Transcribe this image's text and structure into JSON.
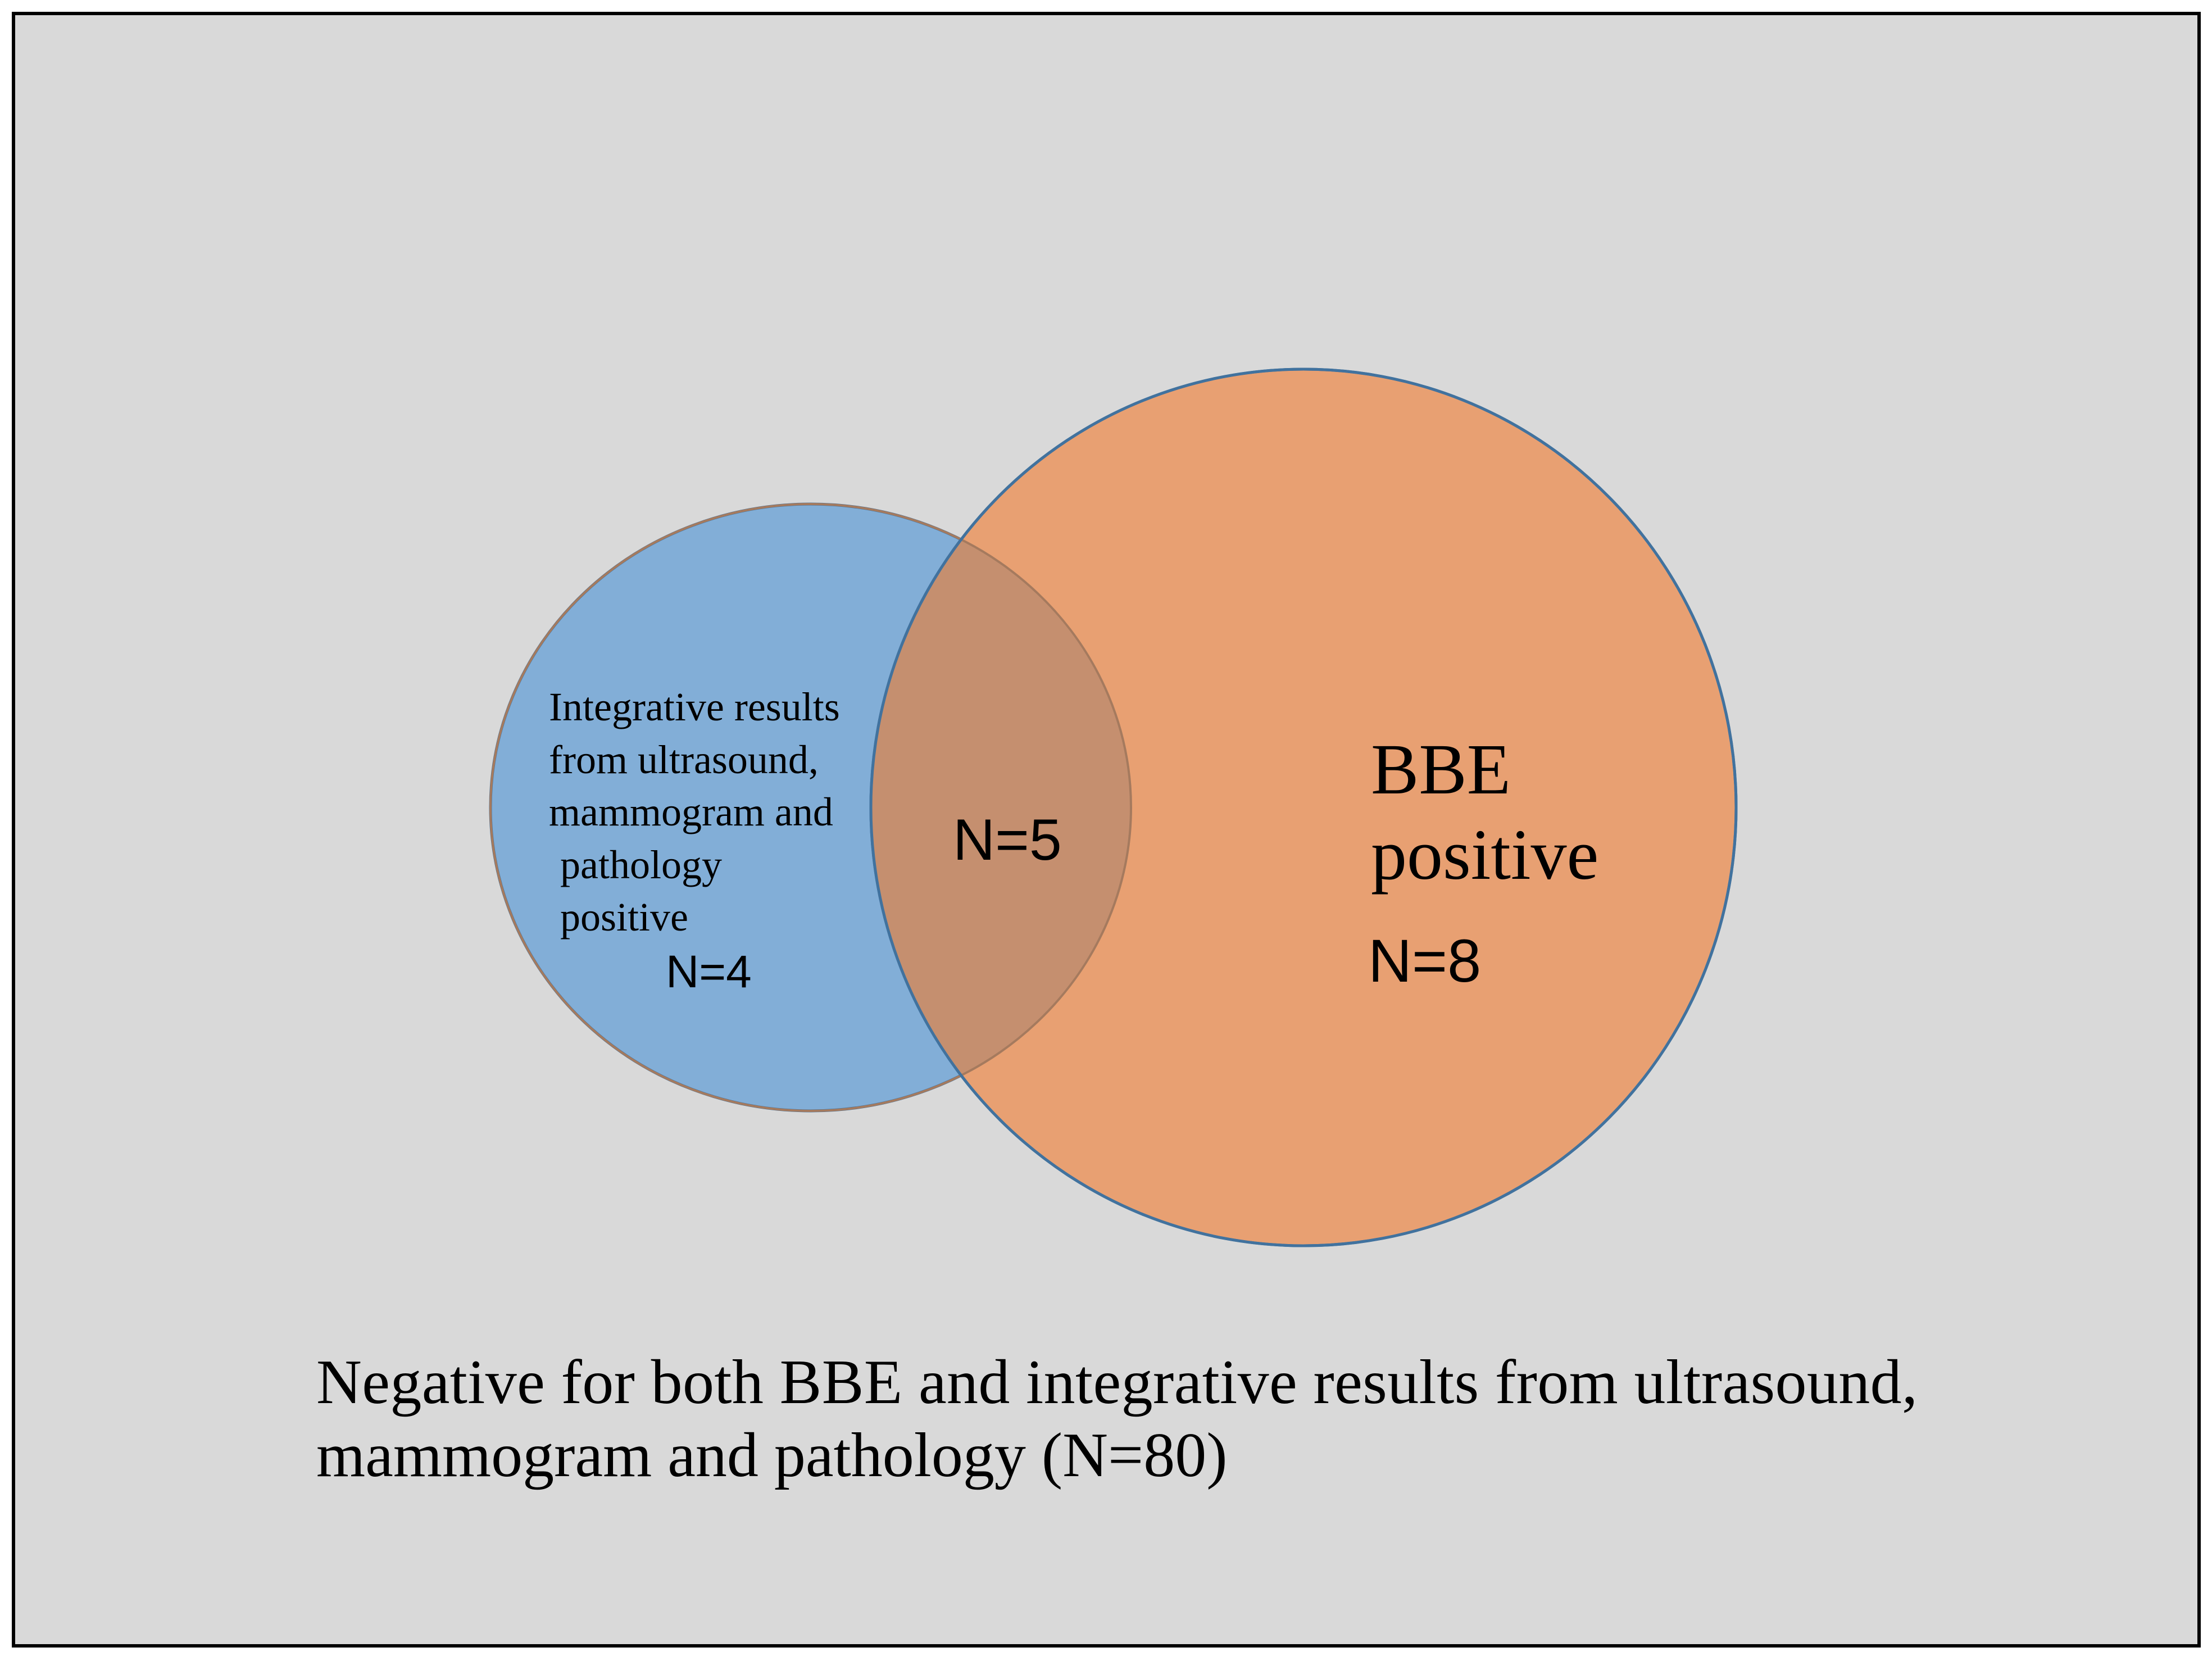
{
  "venn": {
    "left_set": {
      "label_lines": [
        "Integrative results",
        "from ultrasound,",
        "mammogram and",
        "pathology",
        "positive"
      ],
      "count_label": "N=4",
      "count": 4,
      "fill_color": "#82AED7"
    },
    "right_set": {
      "label_lines": [
        "BBE",
        "positive"
      ],
      "count_label": "N=8",
      "count": 8,
      "fill_color": "#E8A072"
    },
    "intersection": {
      "count_label": "N=5",
      "count": 5,
      "fill_color": "#C58F6F"
    },
    "outline_color": "#41729E",
    "background_color": "#D9D9D9"
  },
  "footer": {
    "lines": [
      "Negative for both BBE and integrative results from ultrasound,",
      "mammogram and pathology (N=80)"
    ]
  }
}
